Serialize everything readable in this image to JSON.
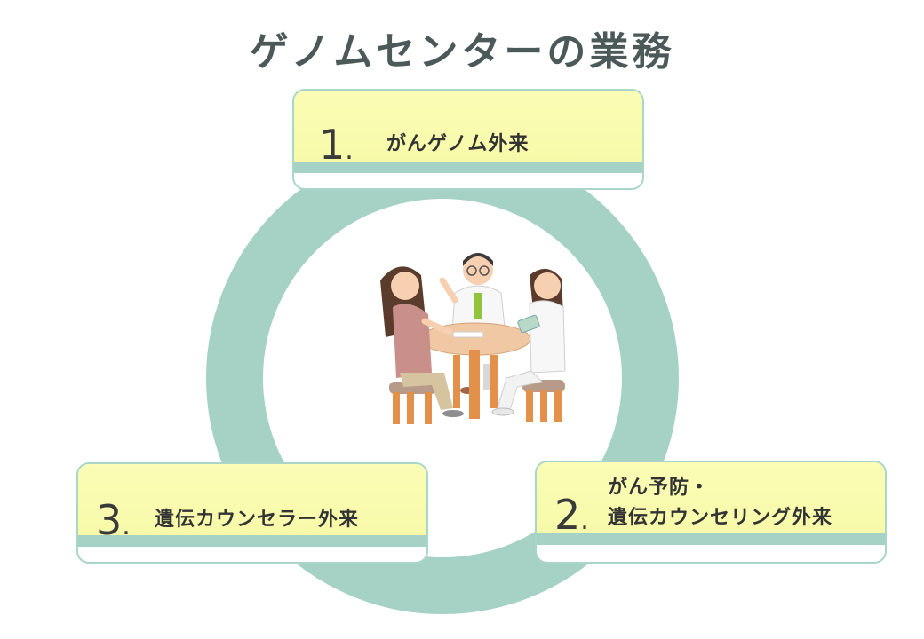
{
  "title": "ゲノムセンターの業務",
  "items": [
    {
      "number": "1",
      "label_line1": "がんゲノム外来",
      "label_line2": ""
    },
    {
      "number": "2",
      "label_line1": "がん予防・",
      "label_line2": "遺伝カウンセリング外来"
    },
    {
      "number": "3",
      "label_line1": "遺伝カウンセラー外来",
      "label_line2": ""
    }
  ],
  "colors": {
    "ring": "#a6d2c5",
    "box_fill": "#f8faad",
    "title_text": "#4b5a59"
  },
  "illustration": {
    "icon": "doctor-consultation-icon"
  }
}
